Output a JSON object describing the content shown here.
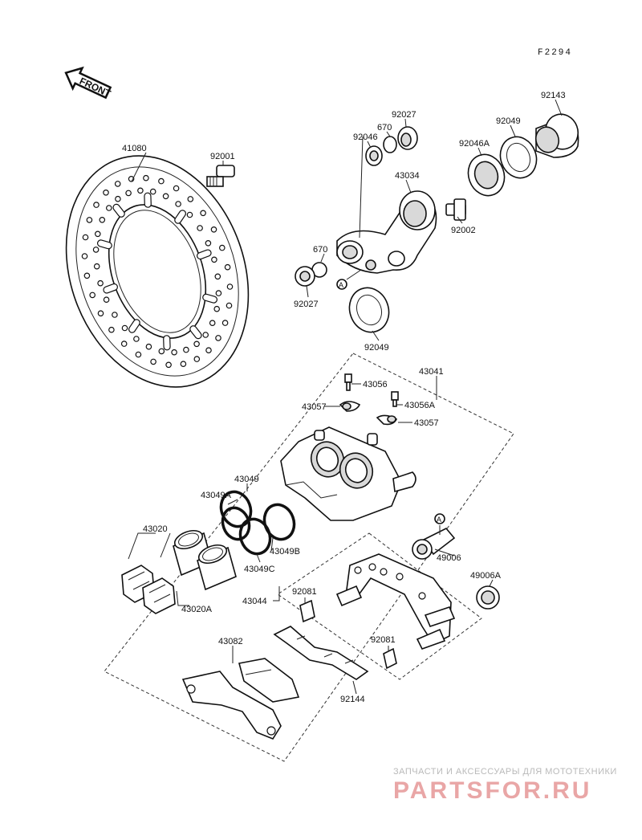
{
  "figure_code": "F2294",
  "front_label": "FRONT",
  "callouts": {
    "c41080": "41080",
    "c92001": "92001",
    "c92027_top": "92027",
    "c670_top": "670",
    "c92046": "92046",
    "c43034": "43034",
    "c92143": "92143",
    "c92049_top": "92049",
    "c92046A": "92046A",
    "c92002": "92002",
    "c670_left": "670",
    "c92027_left": "92027",
    "c92049_bottom": "92049",
    "c43041": "43041",
    "c43056": "43056",
    "c43056A": "43056A",
    "c43057_left": "43057",
    "c43057_right": "43057",
    "c43049": "43049",
    "c43049A": "43049A",
    "c43049B": "43049B",
    "c43049C": "43049C",
    "c43020": "43020",
    "c43020A": "43020A",
    "c49006": "49006",
    "c49006A": "49006A",
    "c43044": "43044",
    "c92081_left": "92081",
    "c92081_right": "92081",
    "c43082": "43082",
    "c92144": "92144",
    "ref_A": "A"
  },
  "watermark": {
    "tagline": "ЗАПЧАСТИ И АКСЕССУАРЫ ДЛЯ МОТОТЕХНИКИ",
    "logo": "PARTSFOR.RU"
  }
}
